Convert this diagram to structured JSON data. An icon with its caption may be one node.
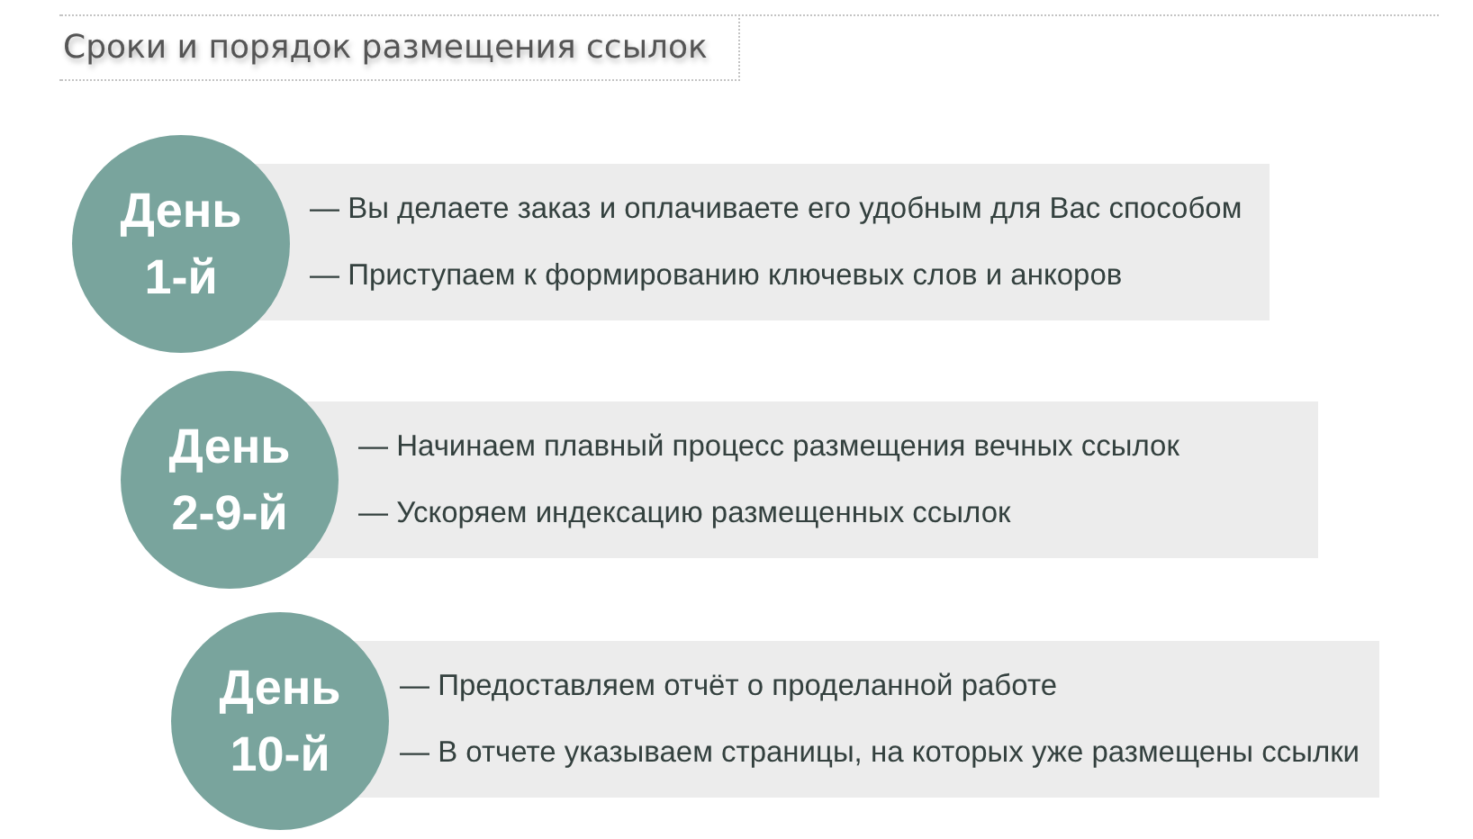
{
  "diagram": {
    "title": "Сроки и порядок размещения ссылок",
    "nodes": [
      {
        "text": [
          "День 1-й"
        ]
      },
      {
        "text": [
          "— Вы делаете заказ и оплачиваете его удобным для Вас способом",
          "— Приступаем к формированию ключевых слов и анкоров"
        ]
      },
      {
        "text": [
          "День 2-9-й"
        ]
      },
      {
        "text": [
          "— Начинаем плавный процесс размещения вечных ссылок",
          "— Ускоряем индексацию размещенных ссылок"
        ]
      },
      {
        "text": [
          "День 10-й"
        ]
      },
      {
        "text": [
          "— Предоставляем отчёт о проделанной работе",
          "— В отчете указываем страницы, на которых уже размещены ссылки"
        ]
      }
    ]
  }
}
